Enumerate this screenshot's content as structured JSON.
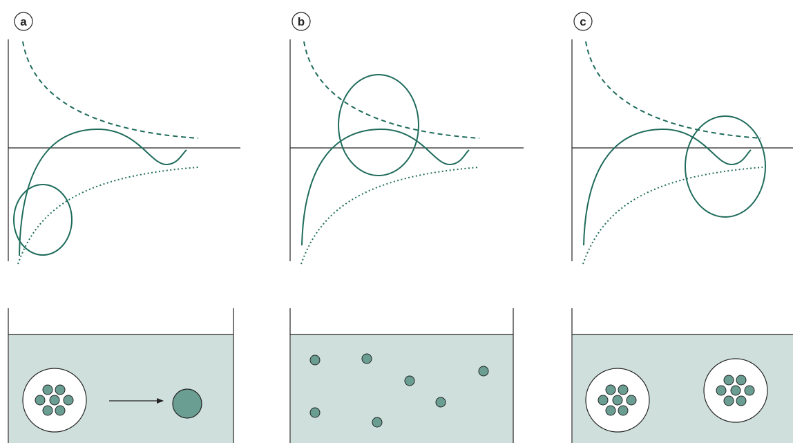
{
  "panels": [
    {
      "id": "a",
      "label": "a"
    },
    {
      "id": "b",
      "label": "b"
    },
    {
      "id": "c",
      "label": "c"
    }
  ],
  "colors": {
    "curve": "#1e6b5b",
    "fluid": "#cfe0dc",
    "particle": "#6a9e92",
    "line": "#222222",
    "vesicle_fill": "#ffffff"
  },
  "curve_styles": {
    "upper": "dashed",
    "middle": "solid",
    "lower": "dotted"
  },
  "icons": {
    "label_badge": "circled-letter-icon",
    "arrow": "arrow-right-icon",
    "vesicle": "vesicle-icon",
    "particle": "particle-icon",
    "large_particle": "aggregate-icon"
  }
}
